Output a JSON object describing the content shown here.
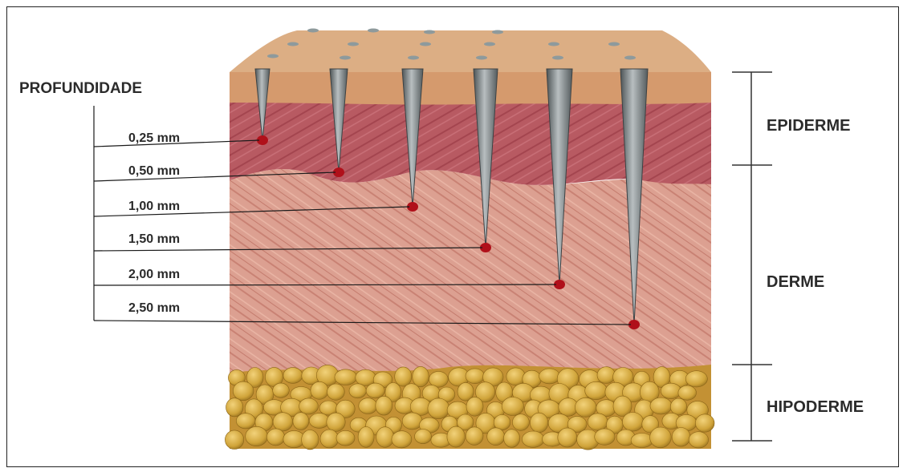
{
  "diagram": {
    "depth_title": "PROFUNDIDADE",
    "depths": [
      {
        "label": "0,25 mm",
        "mm": 0.25
      },
      {
        "label": "0,50 mm",
        "mm": 0.5
      },
      {
        "label": "1,00 mm",
        "mm": 1.0
      },
      {
        "label": "1,50 mm",
        "mm": 1.5
      },
      {
        "label": "2,00 mm",
        "mm": 2.0
      },
      {
        "label": "2,50 mm",
        "mm": 2.5
      }
    ],
    "layers": [
      {
        "label": "EPIDERME"
      },
      {
        "label": "DERME"
      },
      {
        "label": "HIPODERME"
      }
    ],
    "colors": {
      "surface": "#d9a77b",
      "epidermis": "#b85a62",
      "dermis": "#d99a8c",
      "hypodermis": "#d8b047",
      "needle": "#7f8688",
      "blood": "#b0101a",
      "line": "#1a1a1a"
    }
  }
}
